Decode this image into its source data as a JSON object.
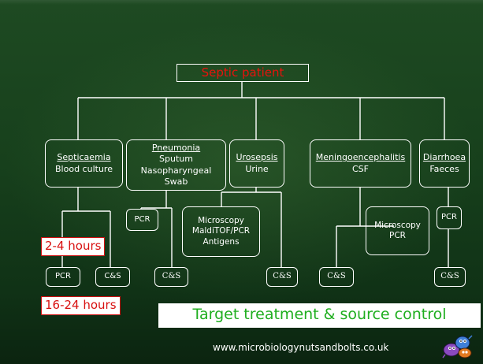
{
  "root": "Septic patient",
  "conditions": [
    {
      "title": "Septicaemia",
      "lines": [
        "Blood culture"
      ]
    },
    {
      "title": "Pneumonia",
      "lines": [
        "Sputum",
        "Nasopharyngeal",
        "Swab"
      ]
    },
    {
      "title": "Urosepsis",
      "lines": [
        "Urine"
      ]
    },
    {
      "title": "Meningoencephalitis",
      "lines": [
        "CSF"
      ]
    },
    {
      "title": "Diarrhoea",
      "lines": [
        "Faeces"
      ]
    }
  ],
  "septicaemia_tests": {
    "pcr": "PCR",
    "cs": "C&S"
  },
  "pneumonia_tests": {
    "pcr": "PCR",
    "cs": "C&S"
  },
  "urosepsis_tests": {
    "microscopy": [
      "Microscopy",
      "MaldiTOF/PCR",
      "Antigens"
    ],
    "cs": "C&S"
  },
  "meningo_tests": {
    "cs": "C&S",
    "microscopy": [
      "Microscopy",
      "PCR"
    ]
  },
  "diarrhoea_tests": {
    "pcr": "PCR",
    "cs": "C&S"
  },
  "times": {
    "fast": "2-4 hours",
    "slow": "16-24 hours"
  },
  "target": "Target treatment & source control",
  "footer": "www.microbiologynutsandbolts.co.uk",
  "colors": {
    "background": "#17401c",
    "root_text": "#e8120c",
    "time_text": "#d81010",
    "target_text": "#1fae1f"
  },
  "logo_icon": "cartoon-microbes-logo"
}
